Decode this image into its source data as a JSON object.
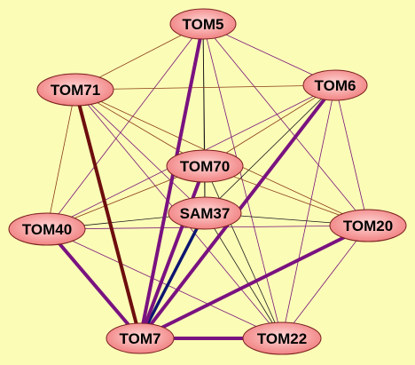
{
  "colors": {
    "background": "#fbfdb7",
    "node_fill_center": "#ffd9d9",
    "node_fill_edge": "#f07b7b",
    "node_stroke": "#7a1f1f",
    "thin_edge": "#7a1478",
    "thin_edge_brown": "#8a3a12",
    "thick_purple": "#7a1280",
    "thick_maroon": "#6e0e0e",
    "thick_navy": "#0d1570",
    "black_edge": "#1a1a1a"
  },
  "nodes": [
    {
      "id": "TOM5",
      "label": "TOM5"
    },
    {
      "id": "TOM71",
      "label": "TOM71"
    },
    {
      "id": "TOM6",
      "label": "TOM6"
    },
    {
      "id": "TOM70",
      "label": "TOM70"
    },
    {
      "id": "SAM37",
      "label": "SAM37"
    },
    {
      "id": "TOM40",
      "label": "TOM40"
    },
    {
      "id": "TOM20",
      "label": "TOM20"
    },
    {
      "id": "TOM7",
      "label": "TOM7"
    },
    {
      "id": "TOM22",
      "label": "TOM22"
    }
  ],
  "edges": [
    {
      "from": "TOM5",
      "to": "TOM71",
      "style": "thin_brown"
    },
    {
      "from": "TOM5",
      "to": "TOM6",
      "style": "thin"
    },
    {
      "from": "TOM5",
      "to": "TOM70",
      "style": "black"
    },
    {
      "from": "TOM5",
      "to": "SAM37",
      "style": "black"
    },
    {
      "from": "TOM5",
      "to": "TOM40",
      "style": "thin"
    },
    {
      "from": "TOM5",
      "to": "TOM20",
      "style": "thin"
    },
    {
      "from": "TOM5",
      "to": "TOM7",
      "style": "thick_purple"
    },
    {
      "from": "TOM5",
      "to": "TOM22",
      "style": "thin"
    },
    {
      "from": "TOM71",
      "to": "TOM6",
      "style": "thin_brown"
    },
    {
      "from": "TOM71",
      "to": "TOM70",
      "style": "thin_brown"
    },
    {
      "from": "TOM71",
      "to": "SAM37",
      "style": "thin"
    },
    {
      "from": "TOM71",
      "to": "TOM40",
      "style": "thin_brown"
    },
    {
      "from": "TOM71",
      "to": "TOM20",
      "style": "thin_brown"
    },
    {
      "from": "TOM71",
      "to": "TOM7",
      "style": "thick_maroon"
    },
    {
      "from": "TOM71",
      "to": "TOM22",
      "style": "thin"
    },
    {
      "from": "TOM6",
      "to": "TOM70",
      "style": "thin_brown"
    },
    {
      "from": "TOM6",
      "to": "SAM37",
      "style": "black"
    },
    {
      "from": "TOM6",
      "to": "TOM40",
      "style": "thin"
    },
    {
      "from": "TOM6",
      "to": "TOM20",
      "style": "thin"
    },
    {
      "from": "TOM6",
      "to": "TOM7",
      "style": "thick_purple"
    },
    {
      "from": "TOM6",
      "to": "TOM22",
      "style": "thin"
    },
    {
      "from": "TOM70",
      "to": "SAM37",
      "style": "black"
    },
    {
      "from": "TOM70",
      "to": "TOM40",
      "style": "thin_brown"
    },
    {
      "from": "TOM70",
      "to": "TOM20",
      "style": "thin_brown"
    },
    {
      "from": "TOM70",
      "to": "TOM7",
      "style": "thick_purple"
    },
    {
      "from": "TOM70",
      "to": "TOM22",
      "style": "black"
    },
    {
      "from": "SAM37",
      "to": "TOM40",
      "style": "black"
    },
    {
      "from": "SAM37",
      "to": "TOM20",
      "style": "black"
    },
    {
      "from": "SAM37",
      "to": "TOM7",
      "style": "thick_navy"
    },
    {
      "from": "SAM37",
      "to": "TOM22",
      "style": "black"
    },
    {
      "from": "TOM40",
      "to": "TOM20",
      "style": "thin"
    },
    {
      "from": "TOM40",
      "to": "TOM7",
      "style": "thick_purple"
    },
    {
      "from": "TOM40",
      "to": "TOM22",
      "style": "thin"
    },
    {
      "from": "TOM20",
      "to": "TOM7",
      "style": "thick_purple"
    },
    {
      "from": "TOM20",
      "to": "TOM22",
      "style": "thin"
    },
    {
      "from": "TOM7",
      "to": "TOM22",
      "style": "thick_purple"
    }
  ]
}
